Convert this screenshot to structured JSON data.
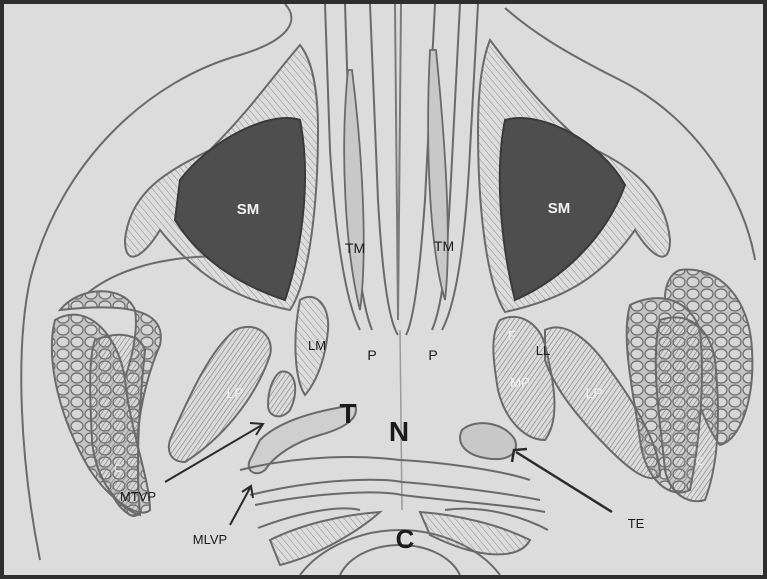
{
  "labels": {
    "sm_left": "SM",
    "sm_right": "SM",
    "tm_left": "TM",
    "tm_right": "TM",
    "lm": "LM",
    "p_left": "P",
    "p_right": "P",
    "f": "F",
    "ll": "LL",
    "mp": "MP",
    "lp_left": "LP",
    "lp_right": "LP",
    "c_left": "C",
    "c_right": "C",
    "c_bottom": "C",
    "t": "T",
    "n": "N",
    "mtvp": "MTVP",
    "mlvp": "MLVP",
    "te": "TE"
  },
  "colors": {
    "paper": "#dcdcdc",
    "frame": "#2e2e2e",
    "pencil": "#6a6a6a",
    "dark_shade": "#4a4a4a",
    "mid_shade": "#8c8c8c",
    "light_shade": "#b5b5b5",
    "label_white": "#f2f2f2",
    "label_dark": "#1a1a1a"
  }
}
